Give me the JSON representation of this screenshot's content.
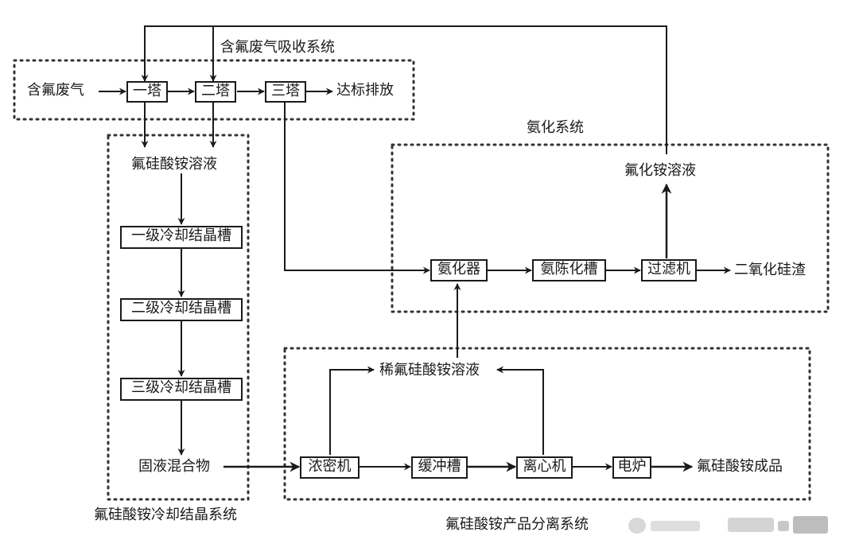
{
  "systems": {
    "absorption": "含氟废气吸收系统",
    "ammoniation": "氨化系统",
    "crystallization": "氟硅酸铵冷却结晶系统",
    "separation": "氟硅酸铵产品分离系统"
  },
  "labels": {
    "waste_gas": "含氟废气",
    "discharge": "达标排放",
    "fluosilicate_solution": "氟硅酸铵溶液",
    "fluoride_solution": "氟化铵溶液",
    "silica_residue": "二氧化硅渣",
    "dilute_solution": "稀氟硅酸铵溶液",
    "solid_liquid_mix": "固液混合物",
    "product": "氟硅酸铵成品"
  },
  "boxes": {
    "tower1": "一塔",
    "tower2": "二塔",
    "tower3": "三塔",
    "cryst1": "一级冷却结晶槽",
    "cryst2": "二级冷却结晶槽",
    "cryst3": "三级冷却结晶槽",
    "ammoniator": "氨化器",
    "aging_tank": "氨陈化槽",
    "filter": "过滤机",
    "thickener": "浓密机",
    "buffer_tank": "缓冲槽",
    "centrifuge": "离心机",
    "furnace": "电炉"
  }
}
